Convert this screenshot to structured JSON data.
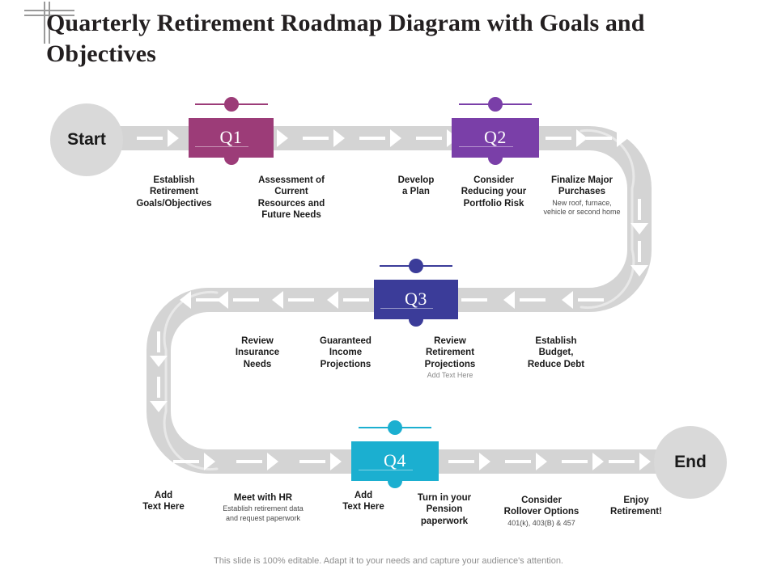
{
  "slide": {
    "title": "Quarterly Retirement Roadmap Diagram with Goals and Objectives",
    "footer": "This slide is 100% editable. Adapt it to your needs and capture your audience's attention."
  },
  "terminals": {
    "start_label": "Start",
    "end_label": "End",
    "color": "#d9d9d9"
  },
  "road": {
    "color": "#d4d4d4",
    "edge_color": "#e8e8e8",
    "arrow_color": "#ffffff"
  },
  "quarters": [
    {
      "id": "q1",
      "label": "Q1",
      "color": "#9c3c78"
    },
    {
      "id": "q2",
      "label": "Q2",
      "color": "#7a3fa8"
    },
    {
      "id": "q3",
      "label": "Q3",
      "color": "#3b3c99"
    },
    {
      "id": "q4",
      "label": "Q4",
      "color": "#1bafd0"
    }
  ],
  "steps": {
    "row1": [
      {
        "title": "Establish\nRetirement\nGoals/Objectives",
        "sub": ""
      },
      {
        "title": "Assessment of\nCurrent\nResources and\nFuture Needs",
        "sub": ""
      },
      {
        "title": "Develop\na Plan",
        "sub": ""
      },
      {
        "title": "Consider\nReducing your\nPortfolio Risk",
        "sub": ""
      },
      {
        "title": "Finalize Major\nPurchases",
        "sub": "New roof, furnace,\nvehicle or second home"
      }
    ],
    "row2": [
      {
        "title": "Review\nInsurance\nNeeds",
        "sub": ""
      },
      {
        "title": "Guaranteed\nIncome\nProjections",
        "sub": ""
      },
      {
        "title": "Review\nRetirement\nProjections",
        "sub": "Add Text Here"
      },
      {
        "title": "Establish\nBudget,\nReduce Debt",
        "sub": ""
      }
    ],
    "row3": [
      {
        "title": "Add\nText Here",
        "sub": ""
      },
      {
        "title": "Meet with HR",
        "sub": "Establish retirement data\nand request paperwork"
      },
      {
        "title": "Add\nText Here",
        "sub": ""
      },
      {
        "title": "Turn in your\nPension\npaperwork",
        "sub": ""
      },
      {
        "title": "Consider\nRollover Options",
        "sub": "401(k), 403(B) & 457"
      },
      {
        "title": "Enjoy\nRetirement!",
        "sub": ""
      }
    ]
  }
}
